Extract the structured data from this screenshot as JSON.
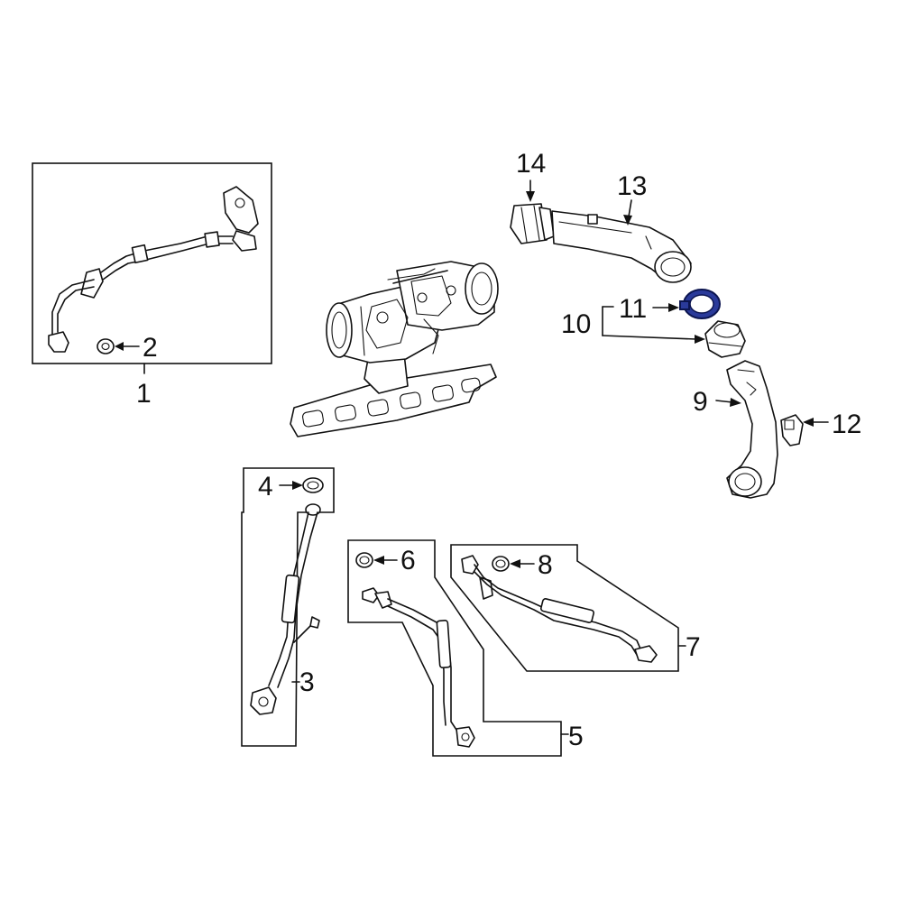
{
  "colors": {
    "highlight": "#2a3a9a",
    "line": "#111111",
    "background": "#ffffff"
  },
  "callouts": {
    "c1": "1",
    "c2": "2",
    "c3": "3",
    "c4": "4",
    "c5": "5",
    "c6": "6",
    "c7": "7",
    "c8": "8",
    "c9": "9",
    "c10": "10",
    "c11": "11",
    "c12": "12",
    "c13": "13",
    "c14": "14"
  },
  "highlighted_part": "11"
}
